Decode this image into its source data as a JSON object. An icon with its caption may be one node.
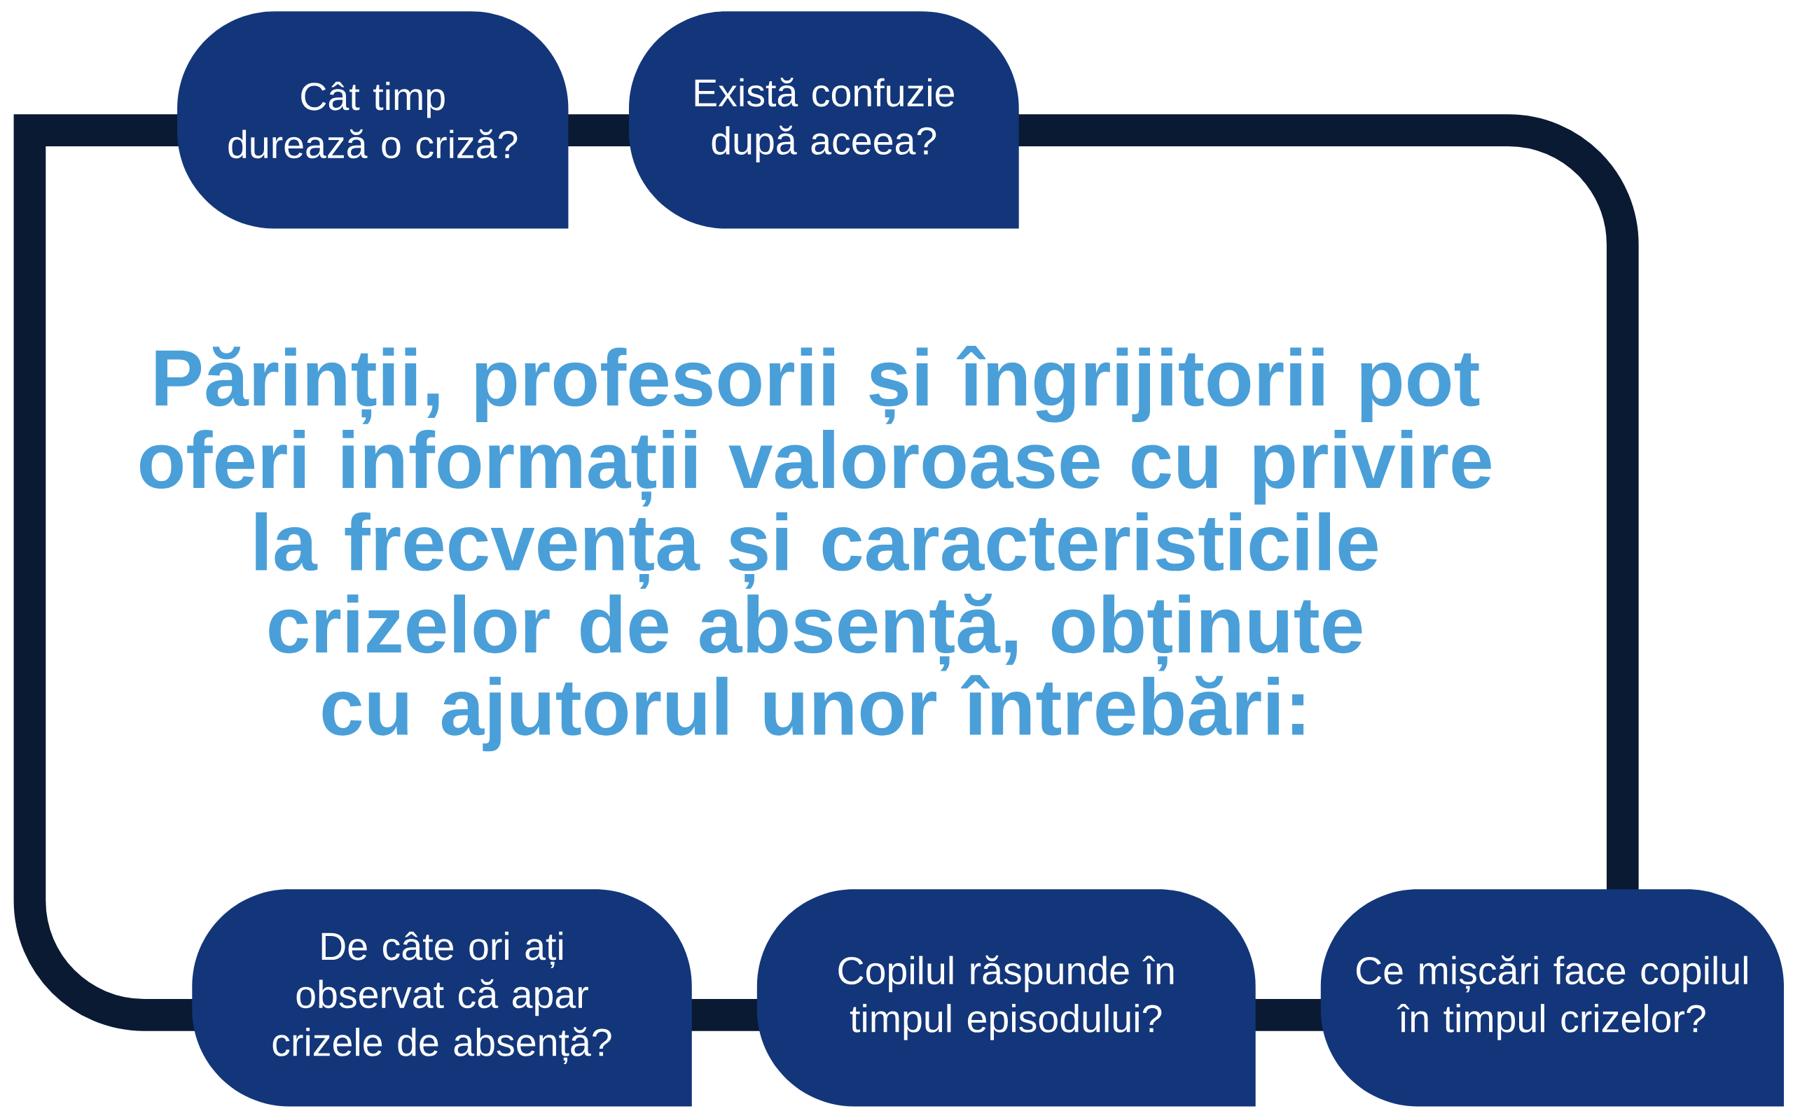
{
  "diagram": {
    "title": "Părinții, profesorii și îngrijitorii pot oferi informații valoroase cu privire la frecvența și caracteristicile crizelor de absență, obținute cu ajutorul unor întrebări:",
    "nodes": [
      {
        "text": [
          "Cât timp durează o criză?"
        ]
      },
      {
        "text": [
          "Există confuzie după aceea?"
        ]
      },
      {
        "text": [
          "De câte ori ați observat că apar crizele de absență?"
        ]
      },
      {
        "text": [
          "Copilul răspunde în timpul episodului?"
        ]
      },
      {
        "text": [
          "Ce mișcări face copilul în timpul crizelor?"
        ]
      }
    ]
  }
}
